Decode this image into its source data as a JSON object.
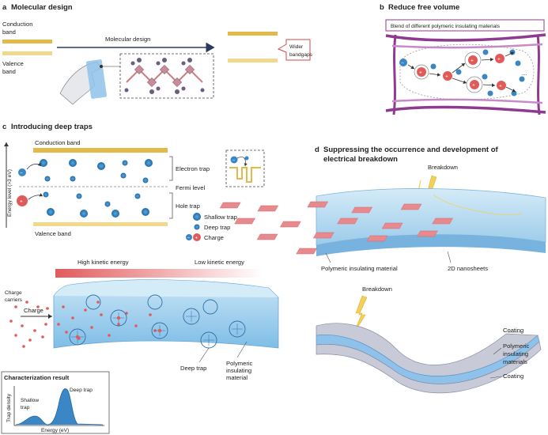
{
  "panel_a": {
    "letter": "a",
    "title": "Molecular design",
    "conduction_band": [
      "Conduction",
      "band"
    ],
    "valence_band": [
      "Valence",
      "band"
    ],
    "arrow_label": "Molecular design",
    "result": [
      "Wider",
      "bandgaps"
    ]
  },
  "panel_b": {
    "letter": "b",
    "title": "Reduce free volume",
    "box_label": "Blend of different polymeric insulating materials",
    "ellipsis": "..."
  },
  "panel_c": {
    "letter": "c",
    "title": "Introducing deep traps",
    "conduction_band": "Conduction band",
    "valence_band": "Valence band",
    "energy_axis": "Energy level (>3 eV)",
    "electron_trap": "Electron trap",
    "fermi_level": "Fermi level",
    "hole_trap": "Hole trap",
    "legend": {
      "shallow": "Shallow trap",
      "deep": "Deep trap",
      "charge": "Charge"
    },
    "high_ke": "High kinetic energy",
    "low_ke": "Low kinetic energy",
    "charge_carriers": [
      "Charge",
      "carriers"
    ],
    "charge": "Charge",
    "deep_trap": "Deep trap",
    "material": [
      "Polymeric",
      "insulating",
      "material"
    ],
    "characterization": {
      "title": "Characterization result",
      "ylabel": "Trap density",
      "xlabel": "Energy (eV)",
      "shallow": [
        "Shallow",
        "trap"
      ],
      "deep": "Deep trap"
    }
  },
  "panel_d": {
    "letter": "d",
    "title": [
      "Suppressing the occurrence and development of",
      "electrical breakdown"
    ],
    "breakdown_top": "Breakdown",
    "polymeric_material": "Polymeric insulating material",
    "nanosheets": "2D nanosheets",
    "breakdown_bottom": "Breakdown",
    "coating_top": "Coating",
    "layer_middle": [
      "Polymeric",
      "insulating",
      "materials"
    ],
    "coating_bottom": "Coating"
  },
  "colors": {
    "gold": "#e3b94a",
    "gold_light": "#f0d98a",
    "blue_dot": "#2f7fbf",
    "red_charge": "#e05a5a",
    "purple": "#8e3b8f",
    "sheet_blue": "#a9d3ee",
    "nanosheet": "#e8898e"
  }
}
